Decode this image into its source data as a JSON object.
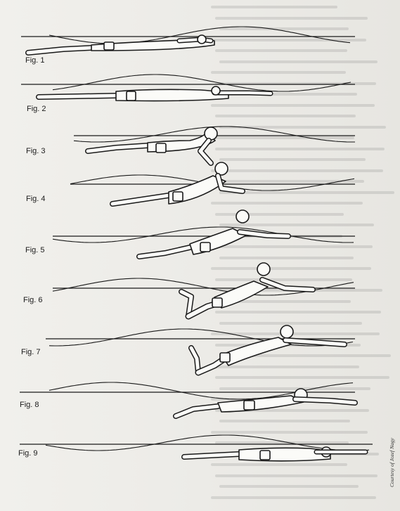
{
  "figures": [
    {
      "label": "Fig. 1"
    },
    {
      "label": "Fig. 2"
    },
    {
      "label": "Fig. 3"
    },
    {
      "label": "Fig. 4"
    },
    {
      "label": "Fig. 5"
    },
    {
      "label": "Fig. 6"
    },
    {
      "label": "Fig. 7"
    },
    {
      "label": "Fig. 8"
    },
    {
      "label": "Fig. 9"
    }
  ],
  "credit": "Courtesy of Jozef Nagy",
  "colors": {
    "paper": "#eeede9",
    "ink": "#1a1a1a",
    "figure_fill": "#fbfbf8"
  }
}
